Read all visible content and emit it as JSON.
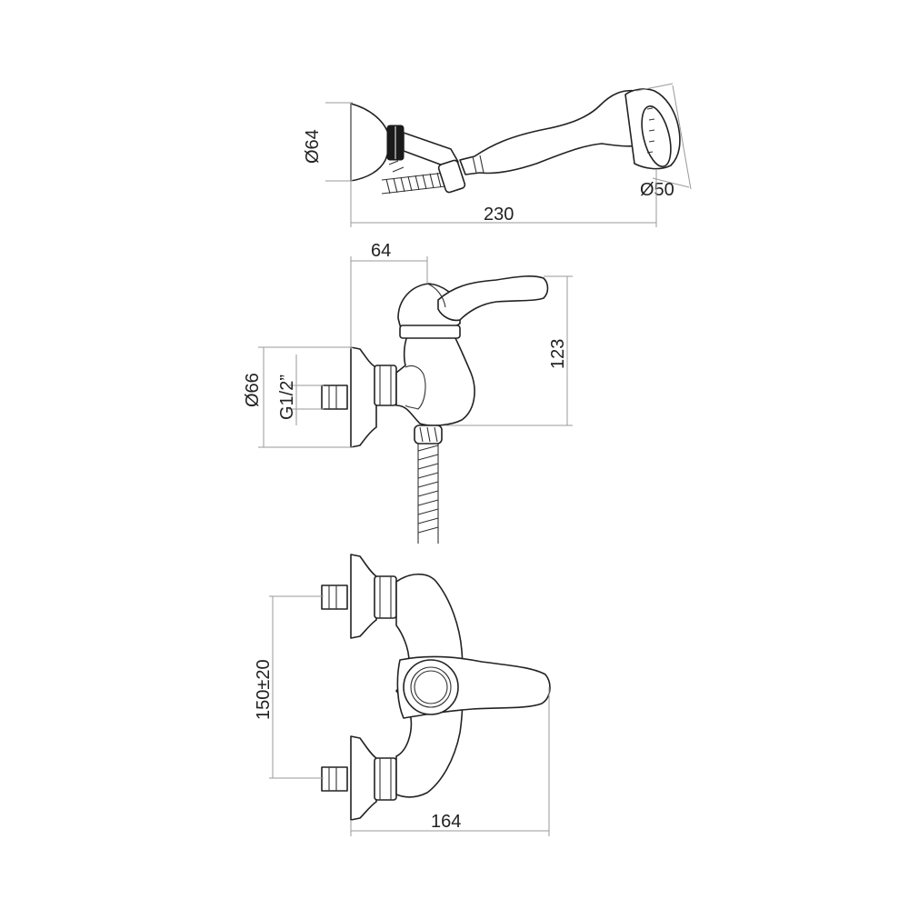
{
  "dimensions": {
    "wall_flange_diameter": "Ø64",
    "hand_shower_head_diameter": "Ø50",
    "shower_set_length": "230",
    "spout_projection": "64",
    "mixer_height": "123",
    "mixer_flange_diameter": "Ø66",
    "inlet_thread": "G1/2”",
    "inlet_centres": "150±20",
    "mixer_width": "164"
  }
}
